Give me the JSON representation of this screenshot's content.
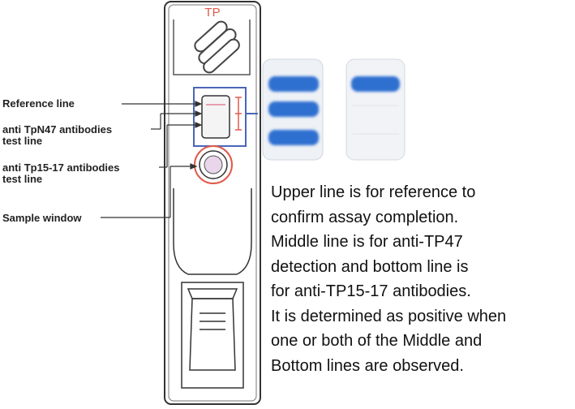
{
  "device": {
    "top_label": "TP",
    "accent_color": "#e15a4a",
    "window_frame_color": "#4a66b8",
    "line_color": "#2f6fd0"
  },
  "callouts": [
    {
      "id": "reference",
      "lines": [
        "Reference line"
      ]
    },
    {
      "id": "tpn47",
      "lines": [
        "anti TpN47 antibodies",
        "test line"
      ]
    },
    {
      "id": "tp1517",
      "lines": [
        "anti Tp15-17 antibodies",
        "test line"
      ]
    },
    {
      "id": "sample",
      "lines": [
        "Sample window"
      ]
    }
  ],
  "strips": [
    {
      "id": "strip-three-lines",
      "bands": [
        "upper",
        "middle",
        "bottom"
      ]
    },
    {
      "id": "strip-one-line",
      "bands": [
        "upper"
      ]
    }
  ],
  "description": [
    "Upper line is for reference to",
    "confirm assay completion.",
    "Middle line is for anti-TP47",
    "detection and bottom line is",
    "for anti-TP15-17 antibodies.",
    "It is determined as positive when",
    "one or both of the Middle and",
    "Bottom lines are observed."
  ]
}
